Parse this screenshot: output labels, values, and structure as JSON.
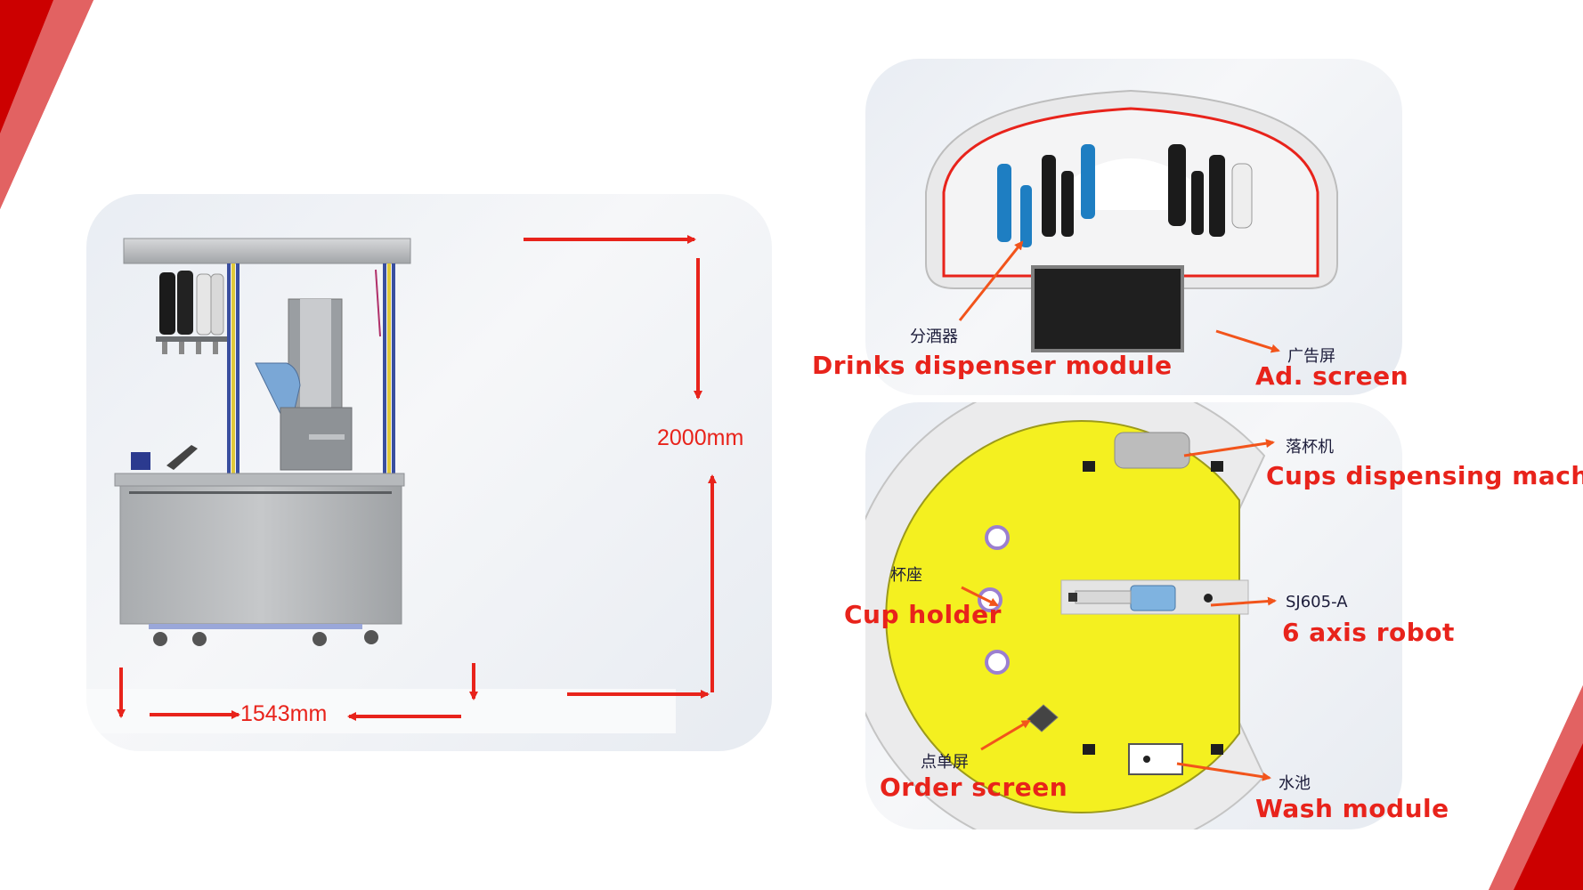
{
  "colors": {
    "accent_red": "#e8231b",
    "corner_red": "#cc0000",
    "yellow_platform": "#f4f020",
    "label_zh": "#1c1c3a"
  },
  "side_view": {
    "width_dimension": "1543mm",
    "height_dimension": "2000mm"
  },
  "top_view": {
    "labels": {
      "dispenser_zh": "分酒器",
      "dispenser_en": "Drinks dispenser module",
      "adscreen_zh": "广告屏",
      "adscreen_en": "Ad. screen"
    }
  },
  "plan_view": {
    "labels": {
      "cups_zh": "落杯机",
      "cups_en": "Cups dispensing machine",
      "cupholder_zh": "杯座",
      "cupholder_en": "Cup holder",
      "robot_model": "SJ605-A",
      "robot_en": "6 axis robot",
      "order_zh": "点单屏",
      "order_en": "Order screen",
      "wash_zh": "水池",
      "wash_en": "Wash module"
    }
  }
}
